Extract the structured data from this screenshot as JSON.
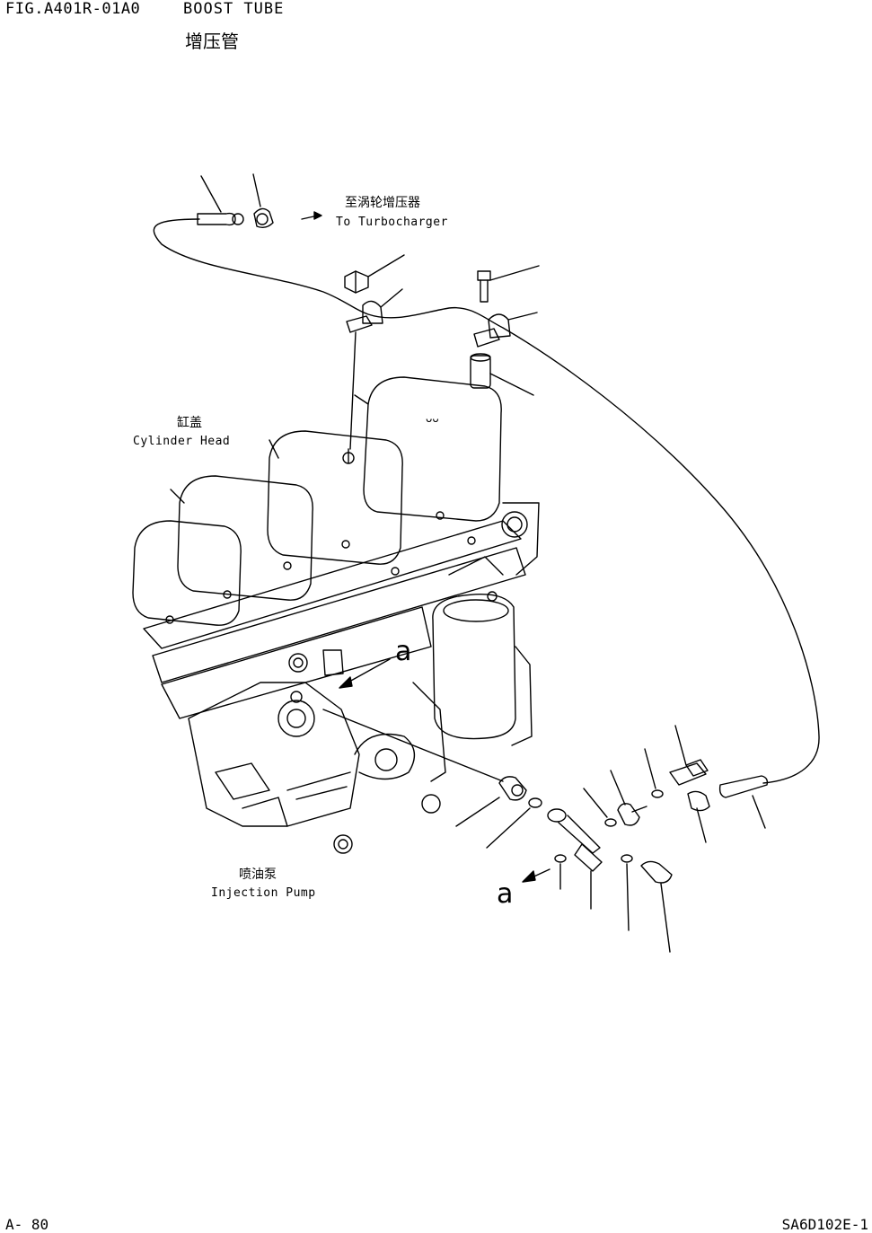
{
  "header": {
    "figure_id": "FIG.A401R-01A0",
    "title_en": "BOOST TUBE",
    "title_zh": "增压管"
  },
  "labels": {
    "turbo_zh": "至涡轮增压器",
    "turbo_en": "To Turbocharger",
    "head_zh": "缸盖",
    "head_en": "Cylinder Head",
    "pump_zh": "喷油泵",
    "pump_en": "Injection Pump",
    "detail_mark_1": "a",
    "detail_mark_2": "a"
  },
  "footer": {
    "page": "A- 80",
    "doc_code": "SA6D102E-1"
  }
}
